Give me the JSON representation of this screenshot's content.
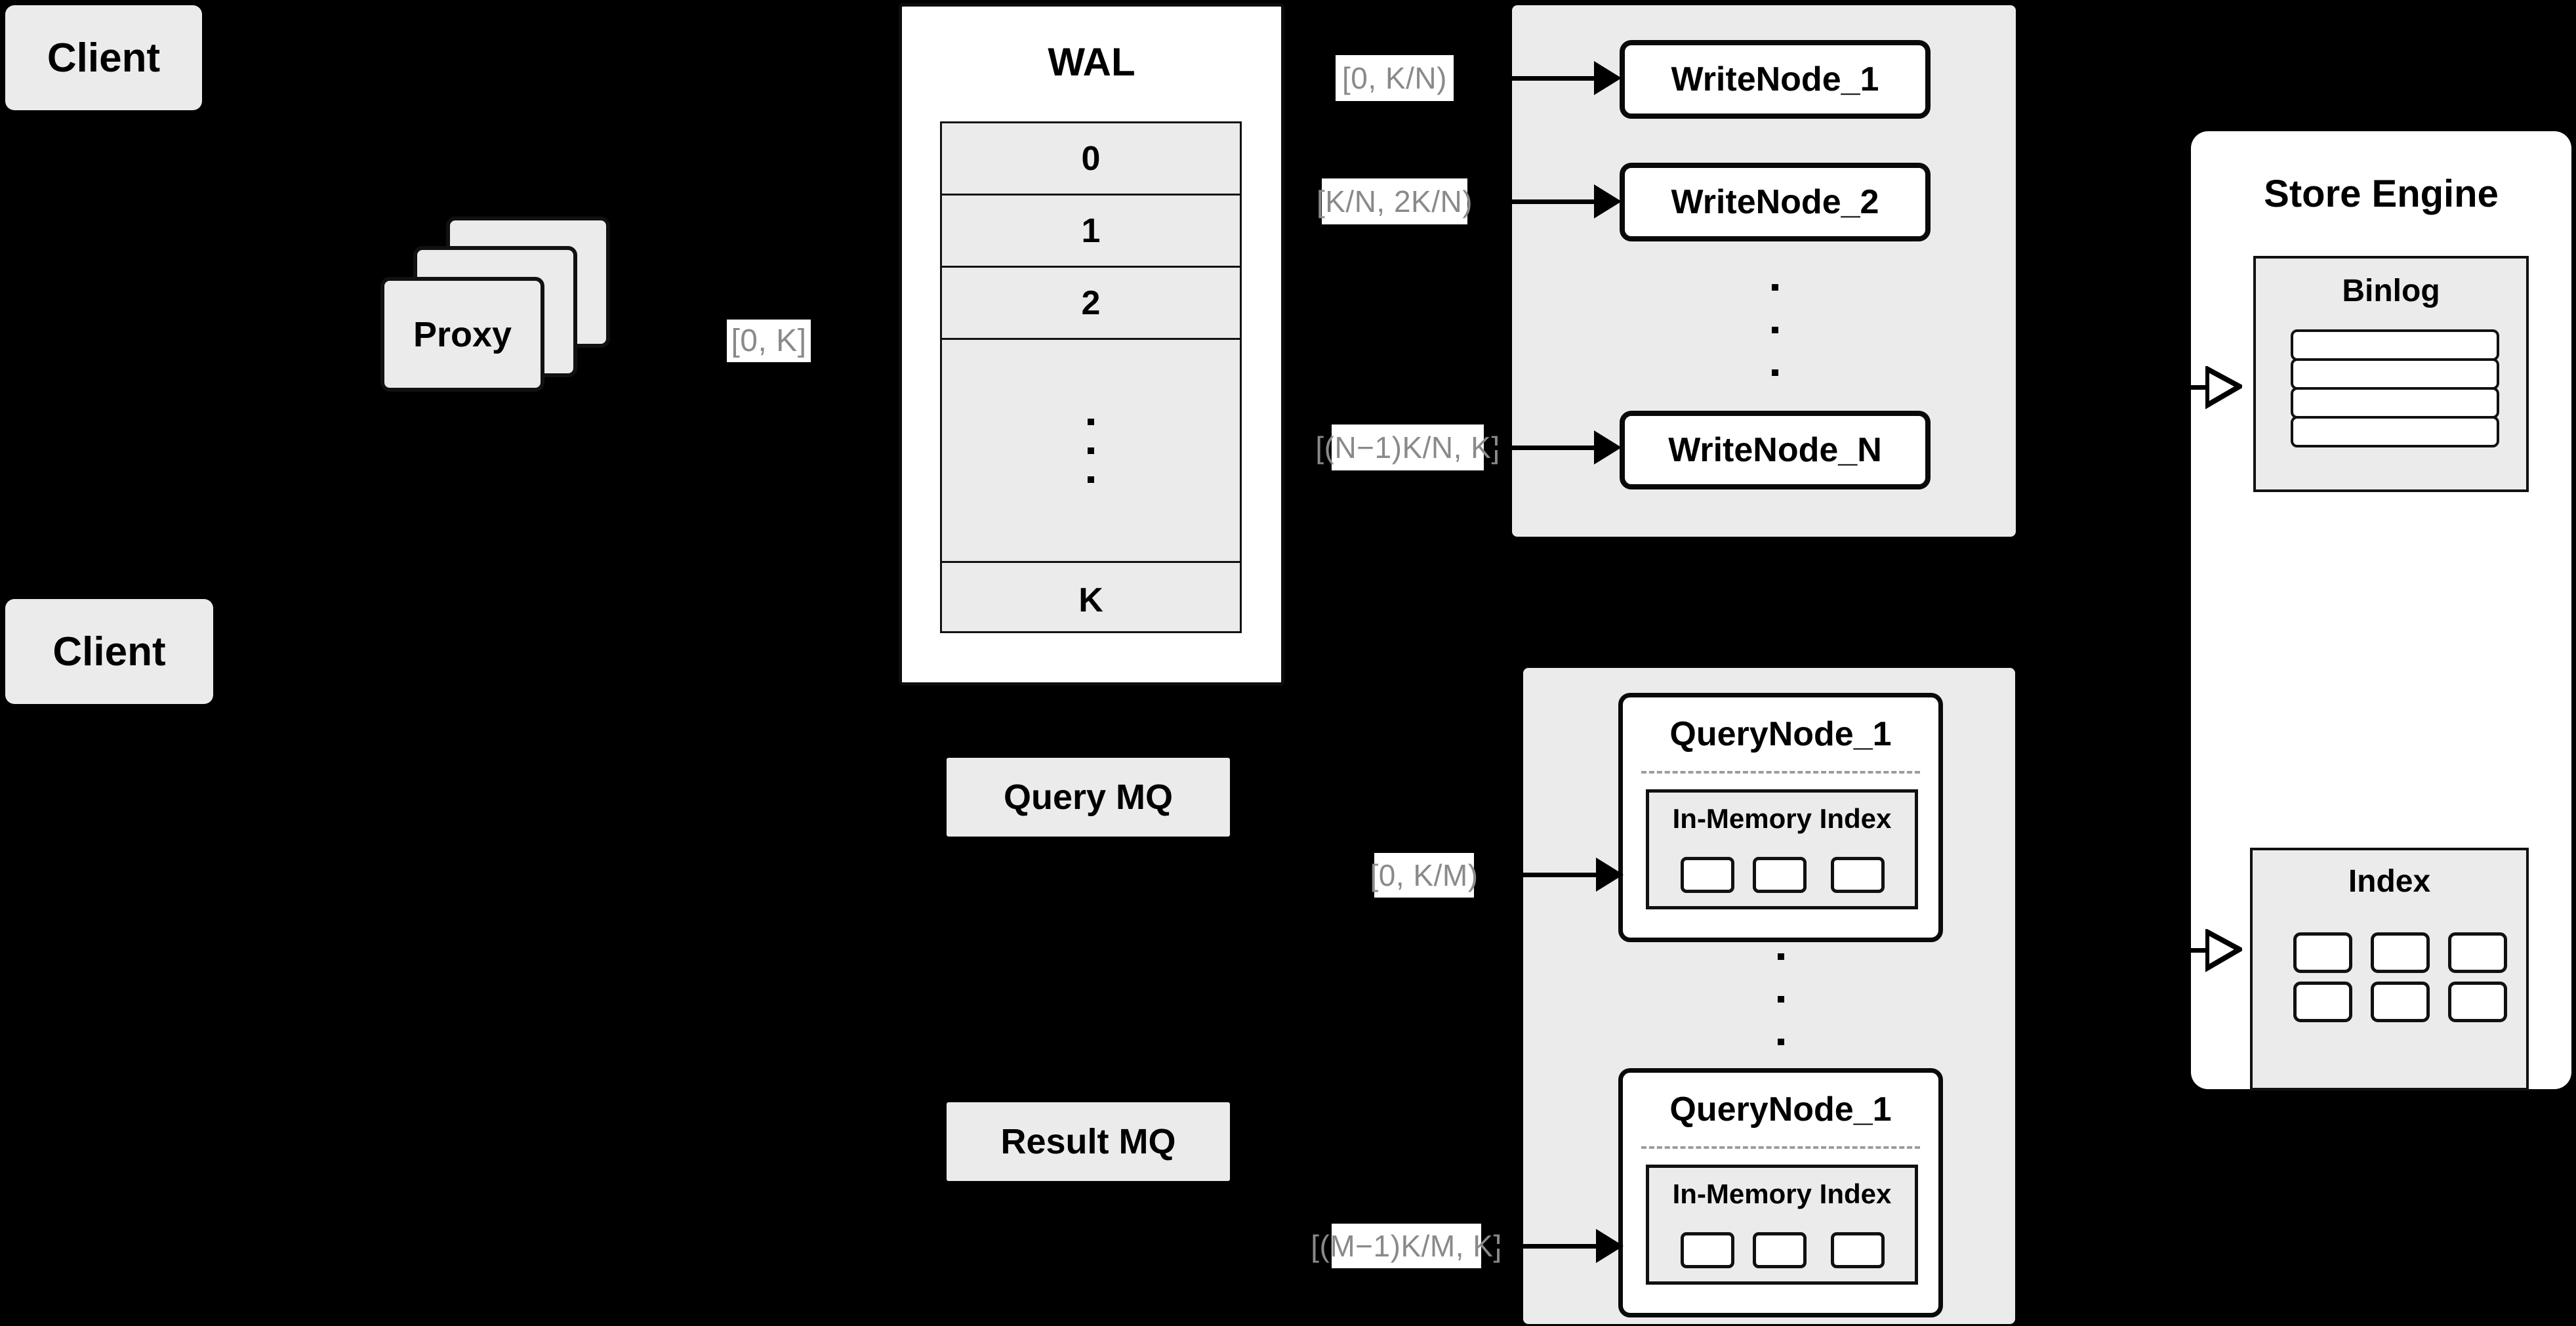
{
  "diagram": {
    "title": "Distributed Write/Query Architecture",
    "background_color": "#000000",
    "panel_fill": "#ebebeb",
    "node_fill": "#ffffff",
    "chip_text_color": "#8a8a8a",
    "border_color": "#111111"
  },
  "clients": [
    {
      "label": "Client"
    },
    {
      "label": "Client"
    }
  ],
  "proxy": {
    "label": "Proxy",
    "stack_count": 3,
    "out_chip": "[0, K]"
  },
  "wal": {
    "title": "WAL",
    "rows": [
      "0",
      "1",
      "2",
      "",
      "K"
    ],
    "dots_row_index": 3,
    "dots_count": 3
  },
  "message_queues": [
    {
      "label": "Query MQ",
      "name": "query-mq"
    },
    {
      "label": "Result MQ",
      "name": "result-mq"
    }
  ],
  "write_group": {
    "nodes": [
      {
        "label": "WriteNode_1",
        "chip": "[0,  K/N)"
      },
      {
        "label": "WriteNode_2",
        "chip": "[K/N, 2K/N)"
      },
      {
        "label": "WriteNode_N",
        "chip": "[(N−1)K/N,  K]"
      }
    ],
    "ellipsis_dots": 3
  },
  "query_group": {
    "nodes": [
      {
        "label": "QueryNode_1",
        "chip": "[0, K/M)",
        "index_title": "In-Memory Index",
        "index_cells": 3
      },
      {
        "label": "QueryNode_1",
        "chip": "[(M−1)K/M, K]",
        "index_title": "In-Memory Index",
        "index_cells": 3
      }
    ],
    "ellipsis_dots": 3
  },
  "store_engine": {
    "title": "Store Engine",
    "binlog": {
      "title": "Binlog",
      "rows": 4
    },
    "index": {
      "title": "Index",
      "cells": 6,
      "columns": 3,
      "rows": 2
    }
  }
}
